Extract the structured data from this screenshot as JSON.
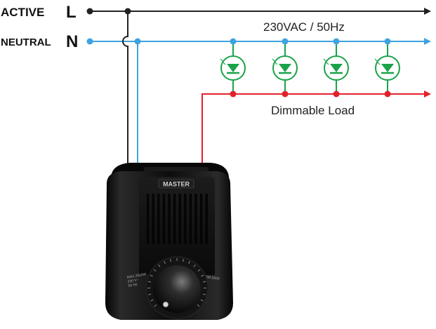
{
  "lines": {
    "active": {
      "name": "ACTIVE",
      "letter": "L",
      "color": "#222222"
    },
    "neutral": {
      "name": "NEUTRAL",
      "letter": "N",
      "color": "#3fa3e0"
    },
    "load": {
      "color": "#e5202a"
    }
  },
  "supply_label": "230VAC / 50Hz",
  "load_label": "Dimmable Load",
  "lamp_count": 4,
  "lamp_color": "#1aa34a",
  "device": {
    "brand": "MASTER",
    "model": "DM-2500",
    "spec_lines": [
      "MAX 2500W",
      "230 V~",
      "50 Hz"
    ],
    "body_color": "#111111"
  }
}
